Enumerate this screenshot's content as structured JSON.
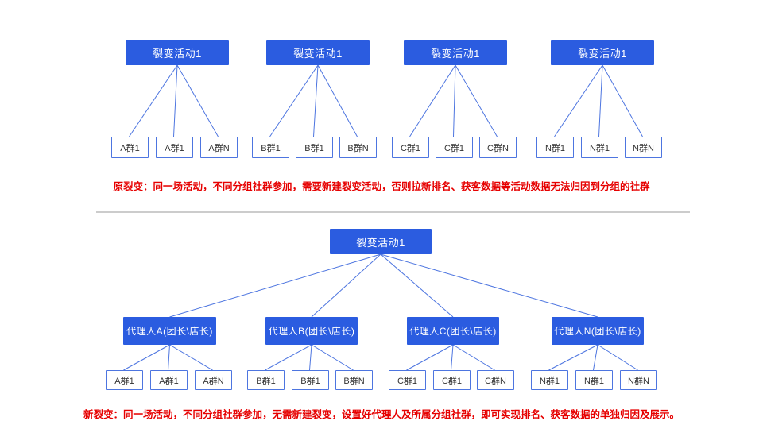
{
  "colors": {
    "node_fill": "#2b5ce0",
    "leaf_border": "#4d75e0",
    "leaf_text": "#333333",
    "line": "#4d75e0",
    "caption": "#e60000",
    "divider": "#cccccc"
  },
  "top_section": {
    "trees": [
      {
        "root": "裂变活动1",
        "leaves": [
          "A群1",
          "A群1",
          "A群N"
        ]
      },
      {
        "root": "裂变活动1",
        "leaves": [
          "B群1",
          "B群1",
          "B群N"
        ]
      },
      {
        "root": "裂变活动1",
        "leaves": [
          "C群1",
          "C群1",
          "C群N"
        ]
      },
      {
        "root": "裂变活动1",
        "leaves": [
          "N群1",
          "N群1",
          "N群N"
        ]
      }
    ],
    "caption": "原裂变：同一场活动，不同分组社群参加，需要新建裂变活动，否则拉新排名、获客数据等活动数据无法归因到分组的社群"
  },
  "bottom_section": {
    "root": "裂变活动1",
    "agents": [
      {
        "label": "代理人A(团长\\店长)",
        "leaves": [
          "A群1",
          "A群1",
          "A群N"
        ]
      },
      {
        "label": "代理人B(团长\\店长)",
        "leaves": [
          "B群1",
          "B群1",
          "B群N"
        ]
      },
      {
        "label": "代理人C(团长\\店长)",
        "leaves": [
          "C群1",
          "C群1",
          "C群N"
        ]
      },
      {
        "label": "代理人N(团长\\店长)",
        "leaves": [
          "N群1",
          "N群1",
          "N群N"
        ]
      }
    ],
    "caption": "新裂变：同一场活动，不同分组社群参加，无需新建裂变，设置好代理人及所属分组社群，即可实现排名、获客数据的单独归因及展示。"
  }
}
